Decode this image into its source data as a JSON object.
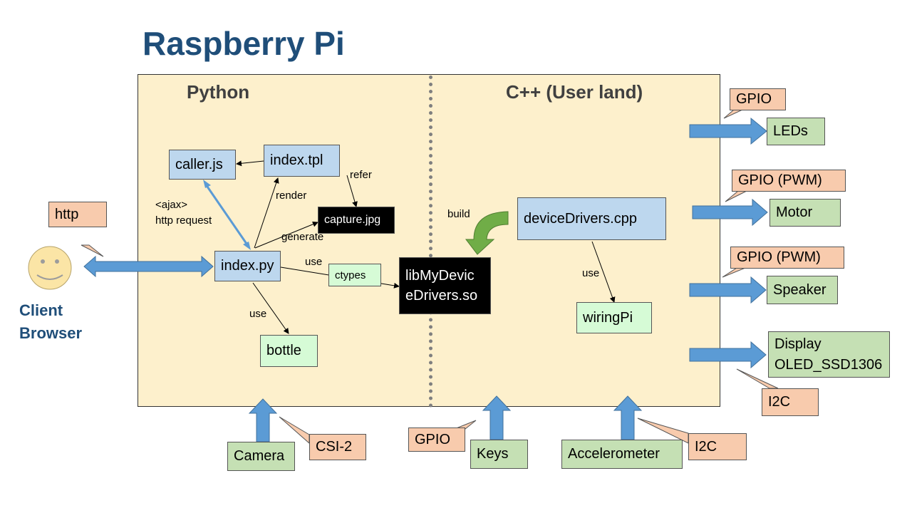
{
  "title": "Raspberry Pi",
  "sections": {
    "python": "Python",
    "cpp": "C++ (User land)"
  },
  "client": {
    "line1": "Client",
    "line2": "Browser"
  },
  "python_boxes": {
    "caller_js": "caller.js",
    "index_tpl": "index.tpl",
    "capture_jpg": "capture.jpg",
    "index_py": "index.py",
    "ctypes": "ctypes",
    "bottle": "bottle"
  },
  "cpp_boxes": {
    "lib_line1": "libMyDevic",
    "lib_line2": "eDrivers.so",
    "device_drivers": "deviceDrivers.cpp",
    "wiringpi": "wiringPi"
  },
  "edge_labels": {
    "refer": "refer",
    "render": "render",
    "generate": "generate",
    "ajax_line1": "<ajax>",
    "ajax_line2": "http request",
    "use_ctypes": "use",
    "use_bottle": "use",
    "build": "build",
    "use_wiringpi": "use"
  },
  "callouts": {
    "http": "http",
    "gpio_leds": "GPIO",
    "gpio_pwm_motor": "GPIO (PWM)",
    "gpio_pwm_speaker": "GPIO (PWM)",
    "i2c_display": "I2C",
    "csi2": "CSI-2",
    "gpio_keys": "GPIO",
    "i2c_accel": "I2C"
  },
  "outputs": {
    "leds": "LEDs",
    "motor": "Motor",
    "speaker": "Speaker",
    "display_line1": "Display",
    "display_line2": "OLED_SSD1306"
  },
  "inputs": {
    "camera": "Camera",
    "keys": "Keys",
    "accelerometer": "Accelerometer"
  },
  "colors": {
    "title": "#1f4e79",
    "pi_background": "#fdf0cc",
    "blue_box": "#bdd7ee",
    "green_box": "#c5e0b4",
    "light_green_box": "#d6fbd6",
    "callout": "#f8cbad",
    "arrow": "#5b9bd5",
    "build_arrow": "#70ad47",
    "face": "#fbe5a6"
  }
}
